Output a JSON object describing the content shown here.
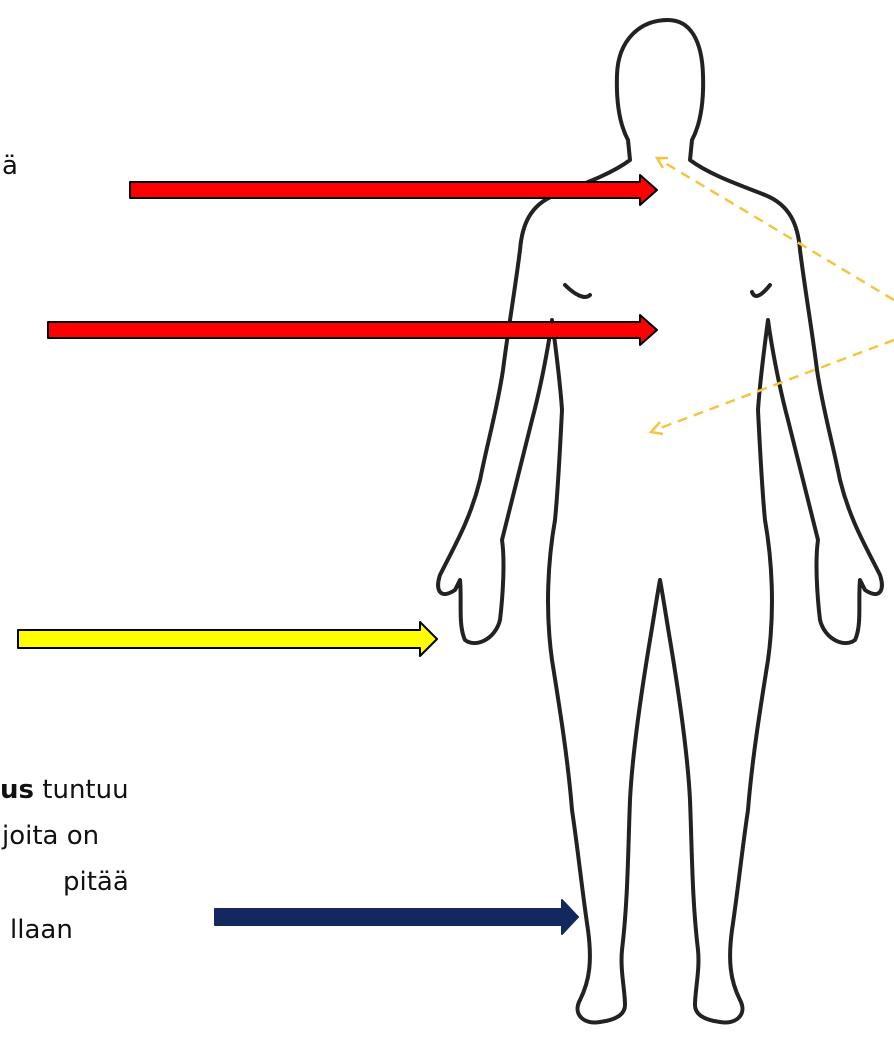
{
  "colors": {
    "red_arrow": "#ff0000",
    "yellow_arrow": "#ffff00",
    "navy_arrow": "#13285e",
    "arrow_outline": "#000000",
    "dashed_arrow": "#f4c542",
    "body_outline": "#222222"
  },
  "icons": {
    "figure": "human-body-outline-icon"
  },
  "text": {
    "fragment_top": "ä",
    "line1_bold": "us",
    "line1_rest": " tuntuu",
    "line2": "joita on",
    "line3": "pitää",
    "line4": "llaan"
  }
}
